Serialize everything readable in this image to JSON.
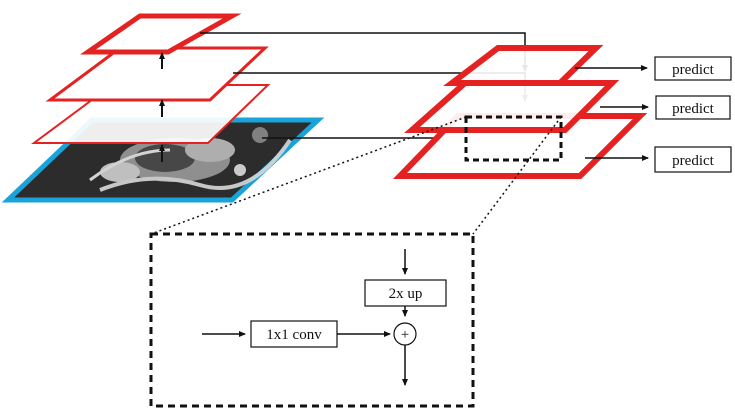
{
  "colors": {
    "pyramid_stroke": "#e52222",
    "input_border": "#1aa3d9",
    "line": "#111111",
    "image_dark": "#3a3a3a",
    "image_light": "#cfcfcf"
  },
  "labels": {
    "predict_1": "predict",
    "predict_2": "predict",
    "predict_3": "predict",
    "upsample": "2x up",
    "conv": "1x1 conv",
    "add": "+"
  },
  "icons": {
    "input_image": "grayscale-cardiac-mri-image",
    "merge": "circle-plus-icon"
  }
}
